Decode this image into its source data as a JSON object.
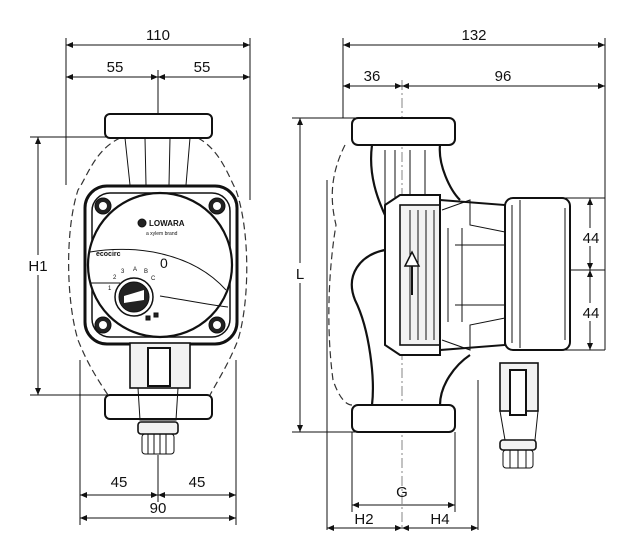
{
  "front_view": {
    "dims": {
      "overall_width": "110",
      "half_left": "55",
      "half_right": "55",
      "height": "H1",
      "base_left": "45",
      "base_right": "45",
      "base_width": "90"
    },
    "label": {
      "brand": "LOWARA",
      "tagline": "a xylem brand",
      "model": "ecocirc",
      "display": "0",
      "speed_marks": [
        "1",
        "2",
        "3",
        "A",
        "B",
        "C"
      ]
    }
  },
  "side_view": {
    "dims": {
      "overall_length": "132",
      "port_offset": "36",
      "motor_length": "96",
      "height": "L",
      "upper_half": "44",
      "lower_half": "44",
      "port": "G",
      "left_offset": "H2",
      "right_offset": "H4"
    }
  }
}
